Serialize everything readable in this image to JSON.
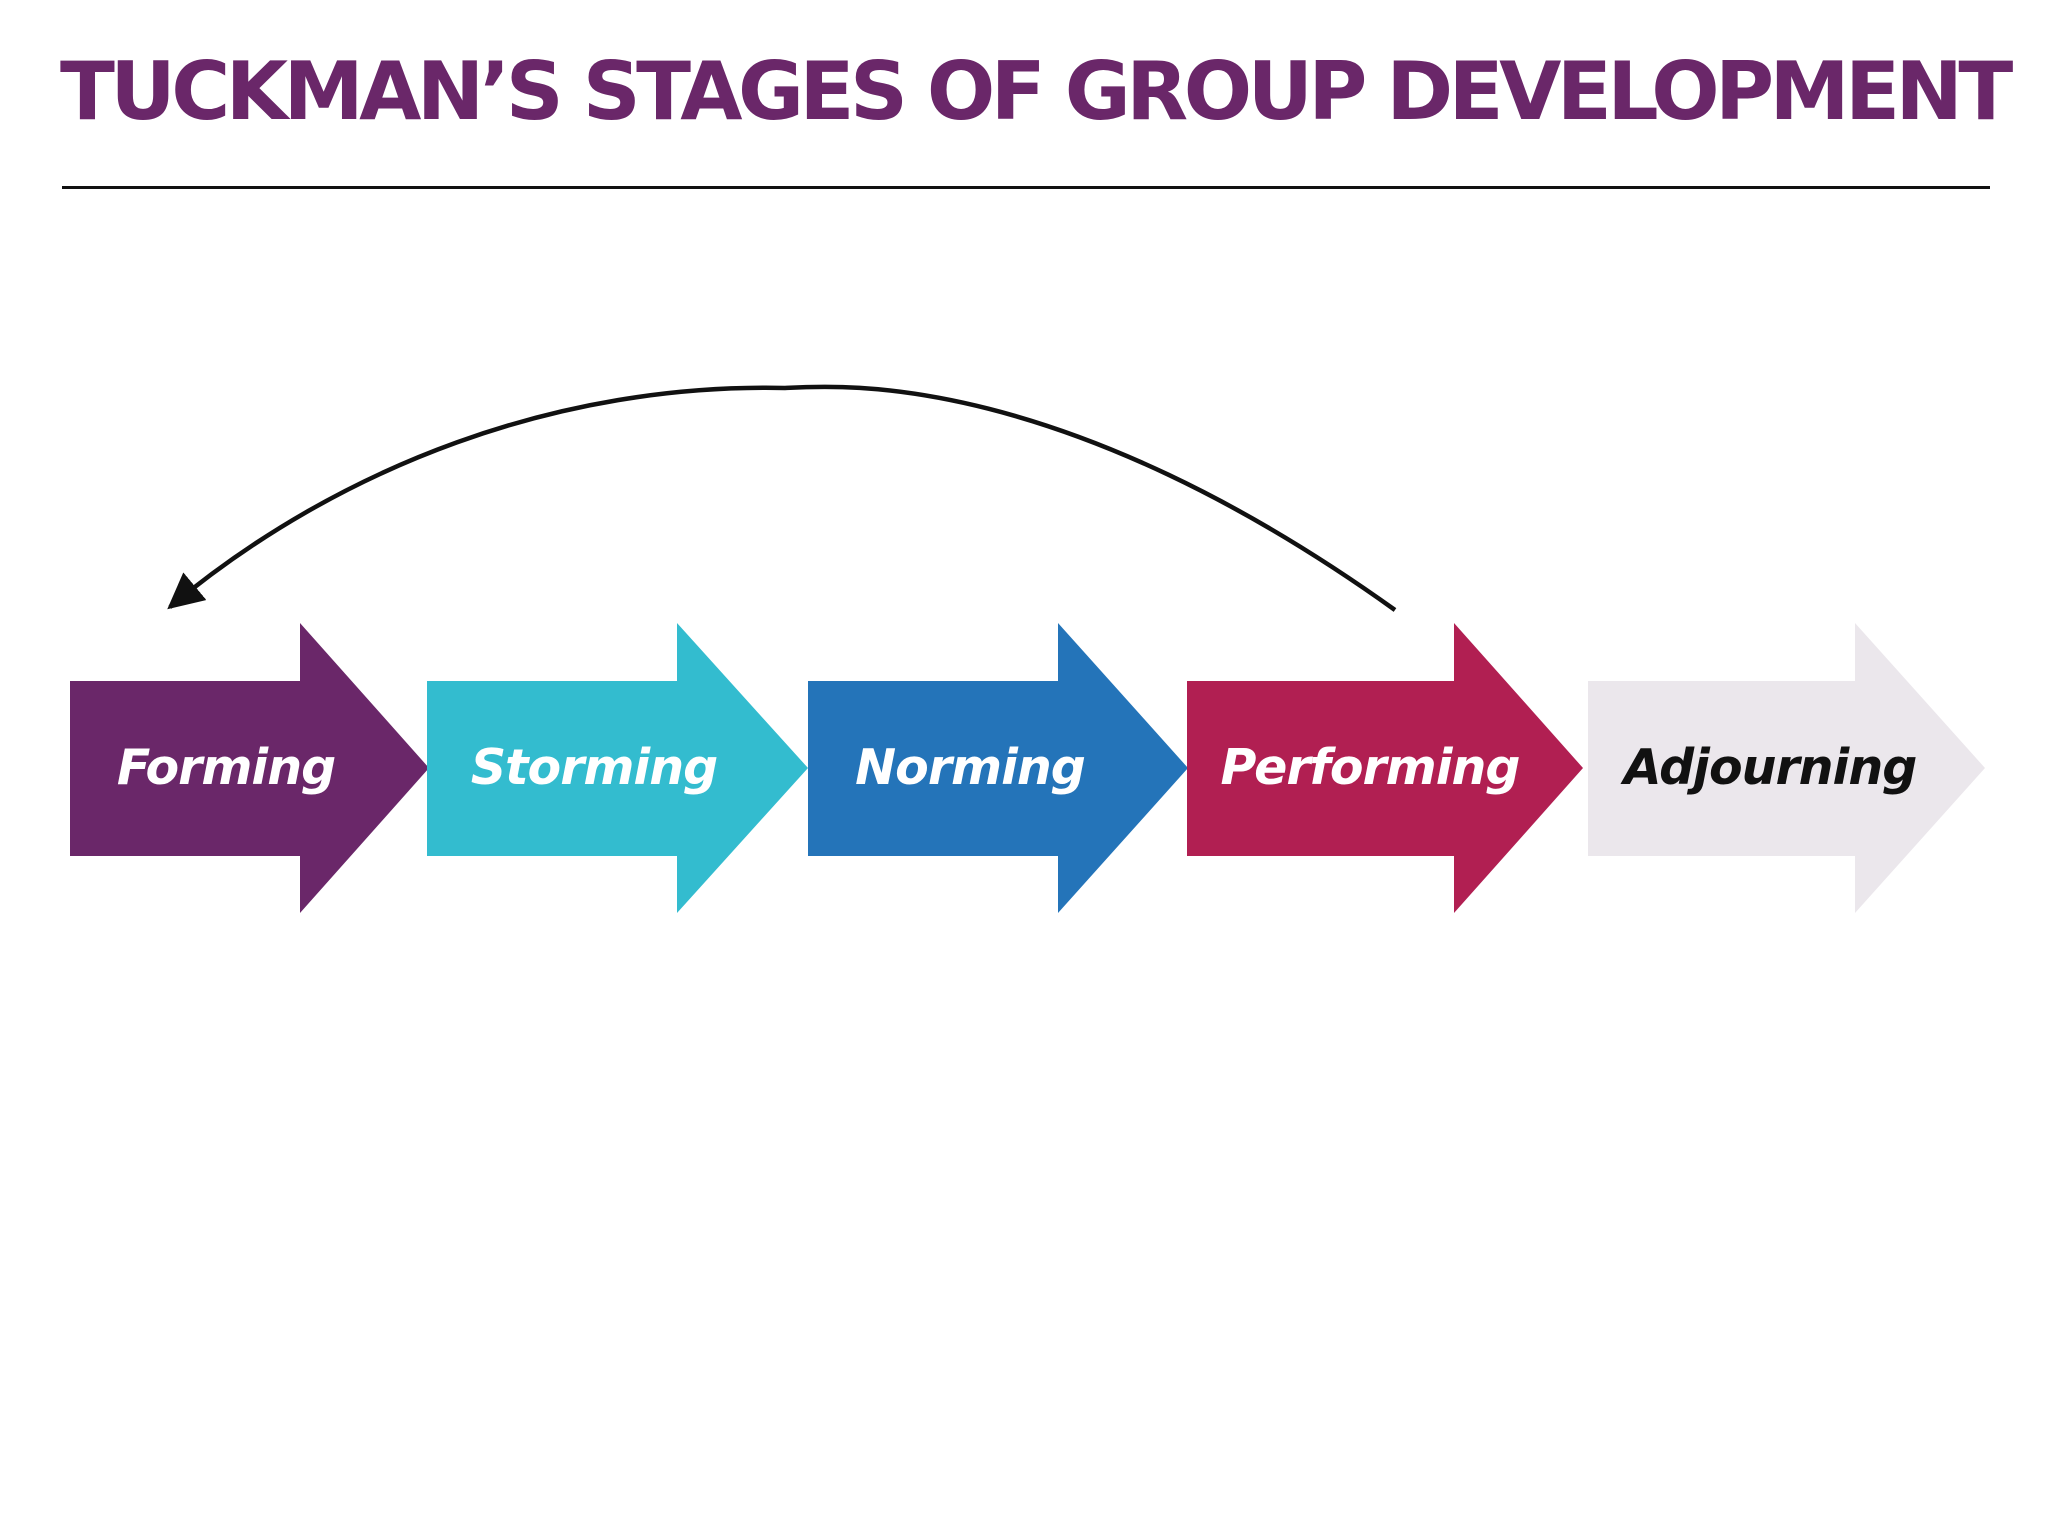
{
  "title": "TUCKMAN’S STAGES OF GROUP DEVELOPMENT",
  "colors": {
    "title": "#6a2769",
    "rule": "#111111",
    "cycle_arrow": "#111111"
  },
  "stages": [
    {
      "label": "Forming",
      "fill": "#6a2769",
      "text_color": "#ffffff"
    },
    {
      "label": "Storming",
      "fill": "#33bccf",
      "text_color": "#ffffff"
    },
    {
      "label": "Norming",
      "fill": "#2474b9",
      "text_color": "#ffffff"
    },
    {
      "label": "Performing",
      "fill": "#b11f52",
      "text_color": "#ffffff"
    },
    {
      "label": "Adjourning",
      "fill": "#ebe7ec",
      "text_color": "#111111"
    }
  ],
  "cycle_arrow": {
    "from": "Performing",
    "to": "Forming"
  }
}
